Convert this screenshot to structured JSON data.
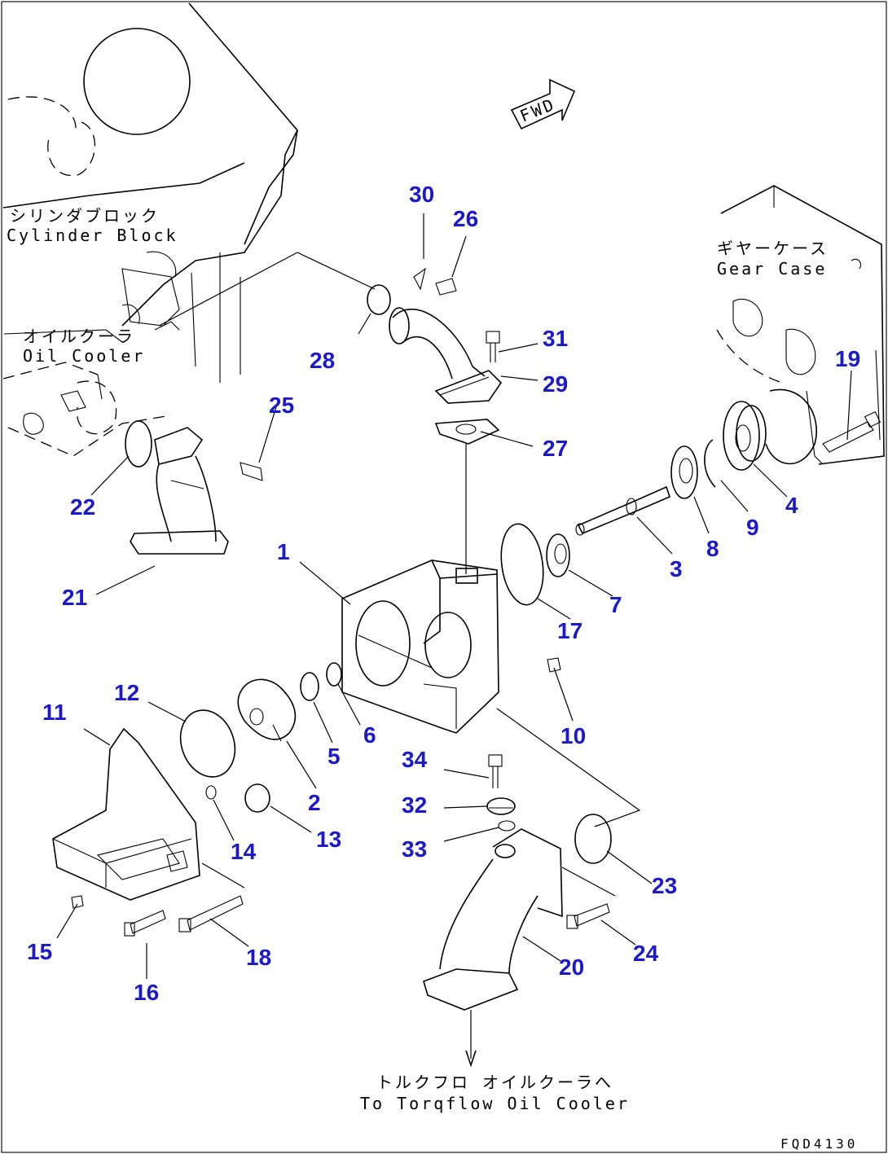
{
  "labels": {
    "cylinder_block_jp": "シリンダブロック",
    "cylinder_block_en": "Cylinder Block",
    "oil_cooler_jp": "オイルクーラ",
    "oil_cooler_en": "Oil Cooler",
    "gear_case_jp": "ギヤーケース",
    "gear_case_en": "Gear Case",
    "to_torqflow_jp": "トルクフロ オイルクーラへ",
    "to_torqflow_en": "To Torqflow Oil Cooler",
    "fwd": "FWD",
    "drawing_code": "FQD4130"
  },
  "callouts": [
    {
      "id": "c1",
      "text": "1"
    },
    {
      "id": "c2",
      "text": "2"
    },
    {
      "id": "c3",
      "text": "3"
    },
    {
      "id": "c4",
      "text": "4"
    },
    {
      "id": "c5",
      "text": "5"
    },
    {
      "id": "c6",
      "text": "6"
    },
    {
      "id": "c7",
      "text": "7"
    },
    {
      "id": "c8",
      "text": "8"
    },
    {
      "id": "c9",
      "text": "9"
    },
    {
      "id": "c10",
      "text": "10"
    },
    {
      "id": "c11",
      "text": "11"
    },
    {
      "id": "c12",
      "text": "12"
    },
    {
      "id": "c13",
      "text": "13"
    },
    {
      "id": "c14",
      "text": "14"
    },
    {
      "id": "c15",
      "text": "15"
    },
    {
      "id": "c16",
      "text": "16"
    },
    {
      "id": "c17",
      "text": "17"
    },
    {
      "id": "c18",
      "text": "18"
    },
    {
      "id": "c19",
      "text": "19"
    },
    {
      "id": "c20",
      "text": "20"
    },
    {
      "id": "c21",
      "text": "21"
    },
    {
      "id": "c22",
      "text": "22"
    },
    {
      "id": "c23",
      "text": "23"
    },
    {
      "id": "c24",
      "text": "24"
    },
    {
      "id": "c25",
      "text": "25"
    },
    {
      "id": "c26",
      "text": "26"
    },
    {
      "id": "c27",
      "text": "27"
    },
    {
      "id": "c28",
      "text": "28"
    },
    {
      "id": "c29",
      "text": "29"
    },
    {
      "id": "c30",
      "text": "30"
    },
    {
      "id": "c31",
      "text": "31"
    },
    {
      "id": "c32",
      "text": "32"
    },
    {
      "id": "c33",
      "text": "33"
    },
    {
      "id": "c34",
      "text": "34"
    }
  ],
  "colors": {
    "callout": "#1a1acc",
    "line": "#000000",
    "background": "#ffffff"
  }
}
